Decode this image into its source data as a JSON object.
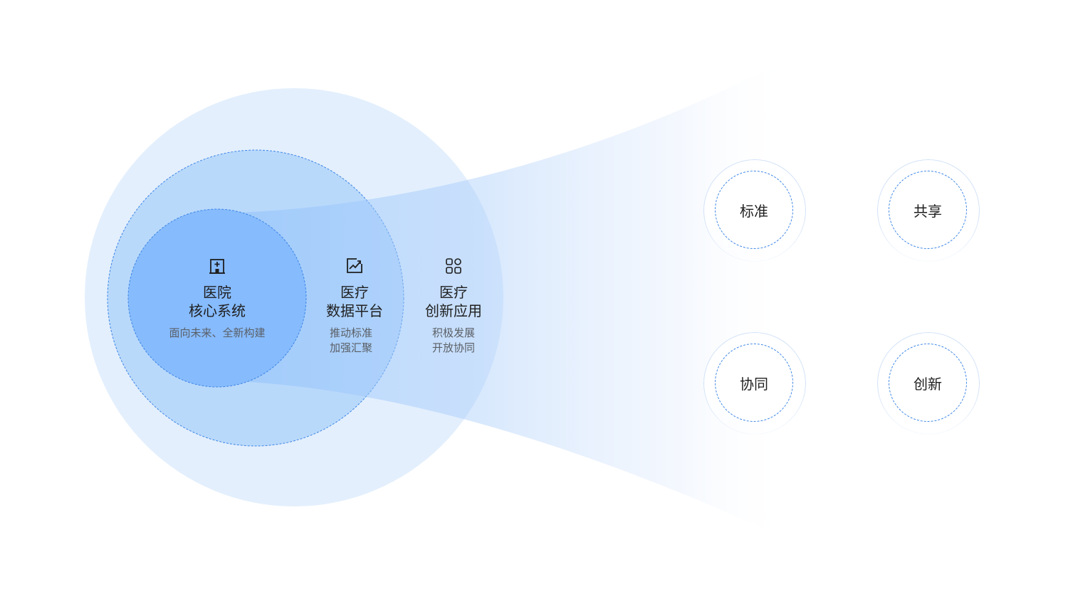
{
  "colors": {
    "outer_circle": "#e3effd",
    "middle_circle": "#b9d9fb",
    "inner_circle": "#86bbfd",
    "dashed_stroke": "#3d86e6",
    "funnel": "#b3d3fa"
  },
  "core": {
    "icon": "hospital-icon",
    "title_line1": "医院",
    "title_line2": "核心系统",
    "subtitle": "面向未来、全新构建"
  },
  "platform": {
    "icon": "trend-chart-icon",
    "title_line1": "医疗",
    "title_line2": "数据平台",
    "subtitle_line1": "推动标准",
    "subtitle_line2": "加强汇聚"
  },
  "apps": {
    "icon": "apps-grid-icon",
    "title_line1": "医疗",
    "title_line2": "创新应用",
    "subtitle_line1": "积极发展",
    "subtitle_line2": "开放协同"
  },
  "values": {
    "standard": "标准",
    "sharing": "共享",
    "collaboration": "协同",
    "innovation": "创新"
  }
}
